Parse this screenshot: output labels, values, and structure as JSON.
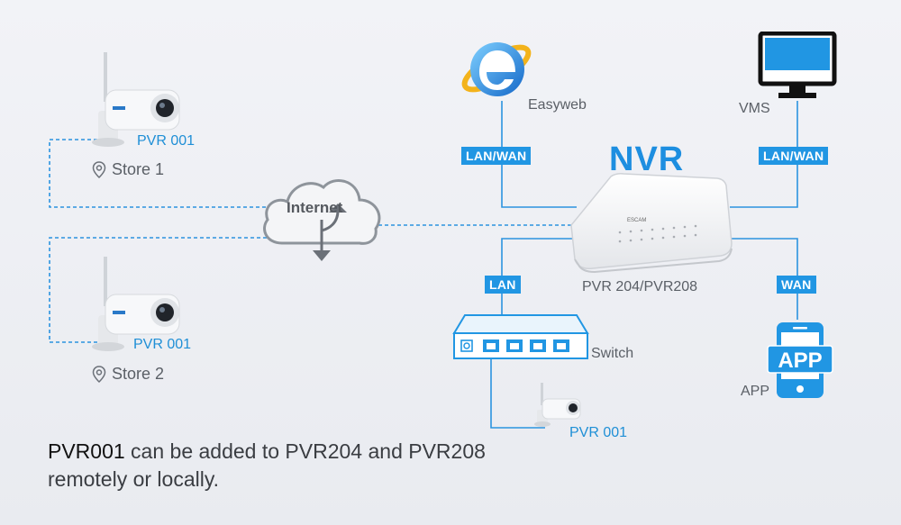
{
  "nvr": {
    "title": "NVR",
    "model": "PVR 204/PVR208",
    "brand": "ESCAM"
  },
  "cloud": {
    "label": "Internet"
  },
  "cameras": [
    {
      "label": "PVR 001",
      "location": "Store 1"
    },
    {
      "label": "PVR 001",
      "location": "Store 2"
    },
    {
      "label": "PVR 001"
    }
  ],
  "clients": {
    "browser": {
      "label": "Easyweb"
    },
    "vms": {
      "label": "VMS"
    },
    "app": {
      "label": "APP",
      "icon_text": "APP"
    },
    "switch": {
      "label": "Switch"
    }
  },
  "connections": {
    "browser_link": "LAN/WAN",
    "vms_link": "LAN/WAN",
    "switch_link": "LAN",
    "app_link": "WAN"
  },
  "footer": {
    "highlight": "PVR001",
    "text": " can be added  to PVR204 and PVR208",
    "line2": "remotely or locally."
  },
  "colors": {
    "accent": "#2196e3",
    "line_blue": "#2b93df",
    "text_gray": "#5a5f66"
  }
}
